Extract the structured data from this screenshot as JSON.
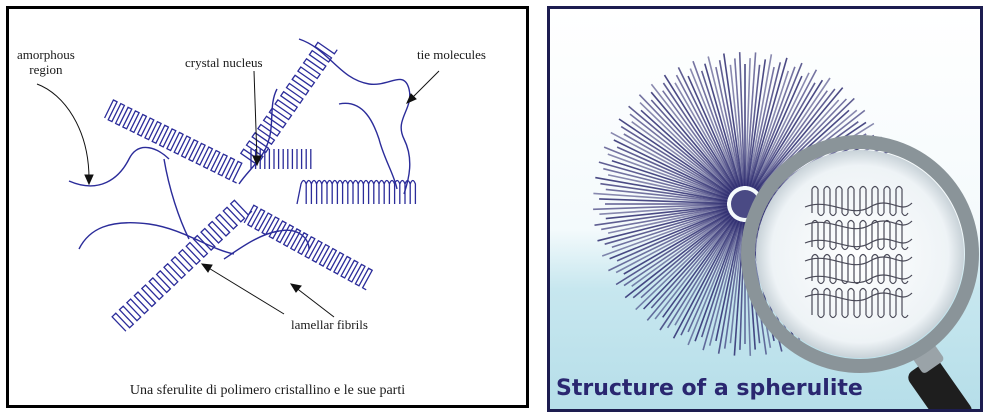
{
  "left_diagram": {
    "labels": {
      "amorphous_region": "amorphous\nregion",
      "crystal_nucleus": "crystal nucleus",
      "tie_molecules": "tie molecules",
      "lamellar_fibrils": "lamellar fibrils"
    },
    "caption": "Una sferulite di polimero cristallino e le sue parti"
  },
  "right_diagram": {
    "title": "Structure of a spherulite"
  },
  "colors": {
    "chain": "#2b2c9a",
    "spherulite": "#2c2a6e",
    "right_bg_top": "#ffffff",
    "right_bg_bottom": "#bde3ee",
    "title": "#2a2770"
  },
  "icons": [
    "magnifying-glass-icon"
  ]
}
